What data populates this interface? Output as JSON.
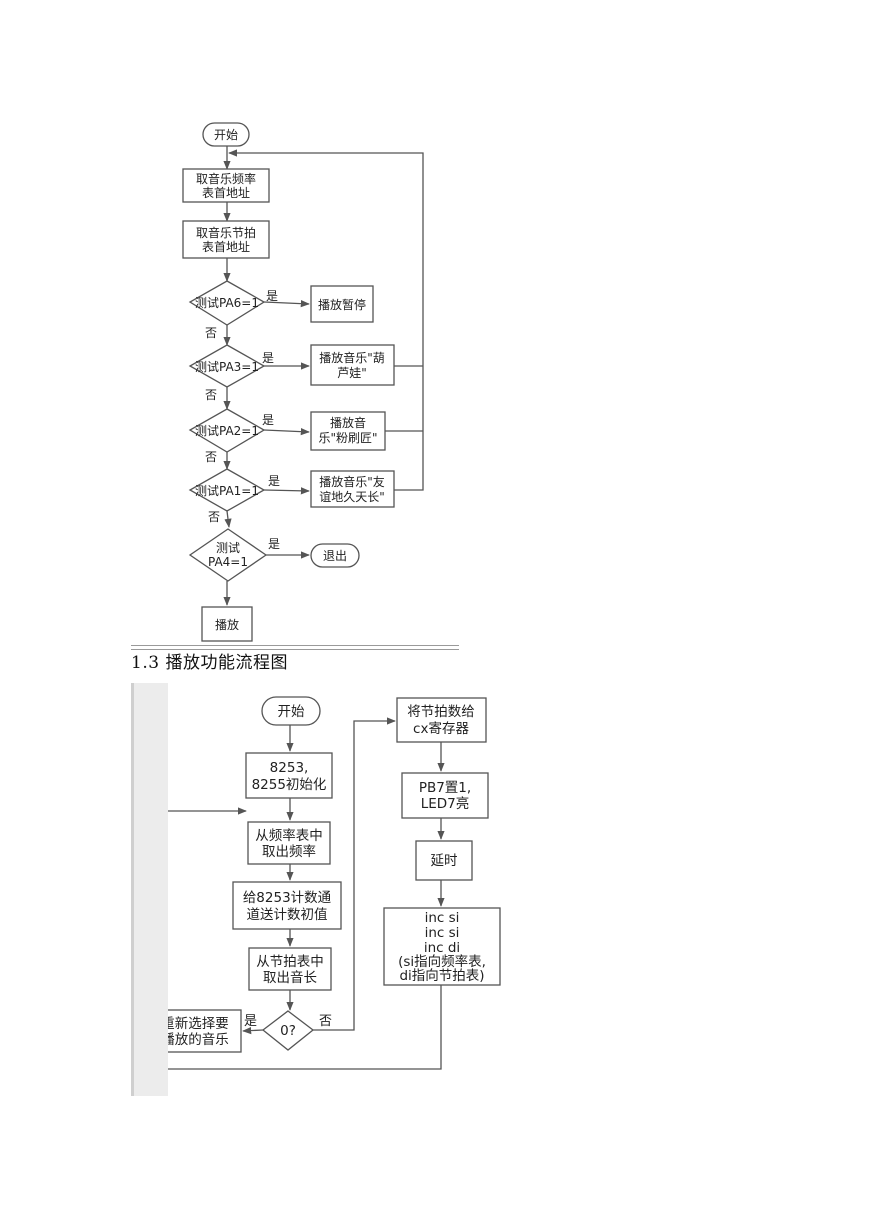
{
  "diagram1": {
    "nodes": [
      {
        "id": "start",
        "shape": "terminal",
        "lines": [
          "开始"
        ]
      },
      {
        "id": "freq_addr",
        "shape": "process",
        "lines": [
          "取音乐频率",
          "表首地址"
        ]
      },
      {
        "id": "beat_addr",
        "shape": "process",
        "lines": [
          "取音乐节拍",
          "表首地址"
        ]
      },
      {
        "id": "test_pa6",
        "shape": "decision",
        "lines": [
          "测试PA6=1"
        ]
      },
      {
        "id": "pause",
        "shape": "process",
        "lines": [
          "播放暂停"
        ]
      },
      {
        "id": "test_pa3",
        "shape": "decision",
        "lines": [
          "测试PA3=1"
        ]
      },
      {
        "id": "play_hlw",
        "shape": "process",
        "lines": [
          "播放音乐\"葫",
          "芦娃\""
        ]
      },
      {
        "id": "test_pa2",
        "shape": "decision",
        "lines": [
          "测试PA2=1"
        ]
      },
      {
        "id": "play_fsj",
        "shape": "process",
        "lines": [
          "播放音",
          "乐\"粉刷匠\""
        ]
      },
      {
        "id": "test_pa1",
        "shape": "decision",
        "lines": [
          "测试PA1=1"
        ]
      },
      {
        "id": "play_ydtc",
        "shape": "process",
        "lines": [
          "播放音乐\"友",
          "谊地久天长\""
        ]
      },
      {
        "id": "test_pa4",
        "shape": "decision",
        "lines": [
          "测试",
          "PA4=1"
        ]
      },
      {
        "id": "exit",
        "shape": "terminal",
        "lines": [
          "退出"
        ]
      },
      {
        "id": "play",
        "shape": "process",
        "lines": [
          "播放"
        ]
      }
    ],
    "edge_labels": {
      "yes": "是",
      "no": "否"
    }
  },
  "caption": "1.3 播放功能流程图",
  "diagram2": {
    "nodes": [
      {
        "id": "start",
        "shape": "terminal",
        "lines": [
          "开始"
        ]
      },
      {
        "id": "init",
        "shape": "process",
        "lines": [
          "8253,",
          "8255初始化"
        ]
      },
      {
        "id": "get_freq",
        "shape": "process",
        "lines": [
          "从频率表中",
          "取出频率"
        ]
      },
      {
        "id": "send_count",
        "shape": "process",
        "lines": [
          "给8253计数通",
          "道送计数初值"
        ]
      },
      {
        "id": "get_len",
        "shape": "process",
        "lines": [
          "从节拍表中",
          "取出音长"
        ]
      },
      {
        "id": "is_zero",
        "shape": "decision",
        "lines": [
          "0?"
        ]
      },
      {
        "id": "reselect",
        "shape": "process",
        "lines": [
          "重新选择要",
          "播放的音乐"
        ]
      },
      {
        "id": "beat_cx",
        "shape": "process",
        "lines": [
          "将节拍数给",
          "cx寄存器"
        ]
      },
      {
        "id": "led_on",
        "shape": "process",
        "lines": [
          "PB7置1,",
          "LED7亮"
        ]
      },
      {
        "id": "delay",
        "shape": "process",
        "lines": [
          "延时"
        ]
      },
      {
        "id": "inc",
        "shape": "process",
        "lines": [
          "inc si",
          "inc si",
          "inc di",
          "(si指向频率表,",
          "di指向节拍表)"
        ]
      }
    ],
    "edge_labels": {
      "yes": "是",
      "no": "否"
    }
  }
}
